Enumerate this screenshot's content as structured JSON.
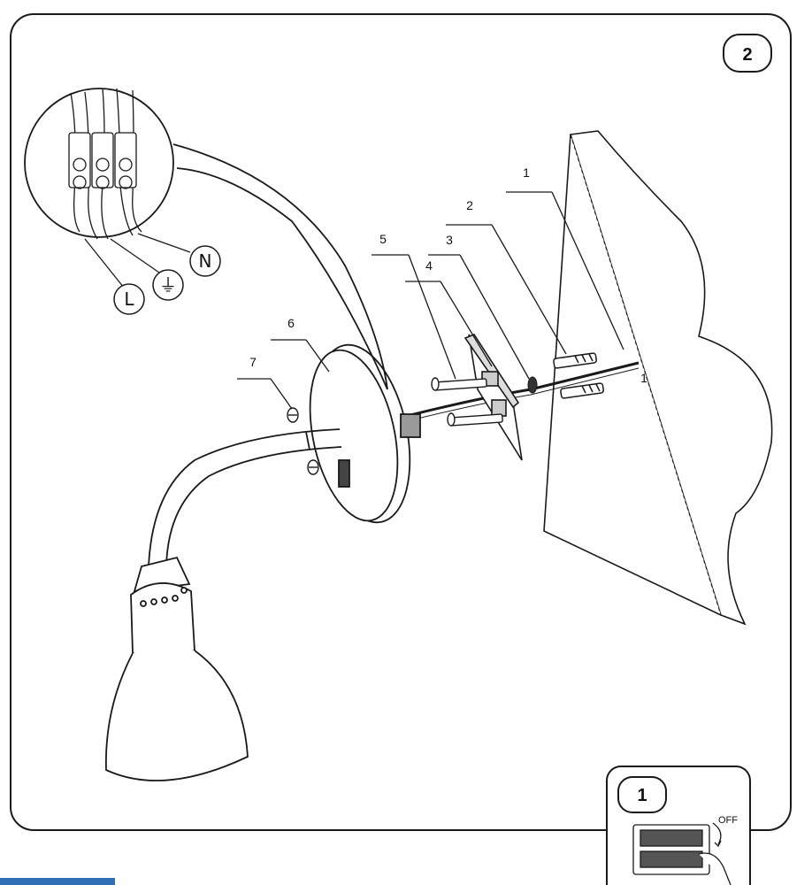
{
  "step_main": {
    "number": "2"
  },
  "step_inset": {
    "number": "1",
    "switch_label": "OFF"
  },
  "wire_labels": {
    "live": "L",
    "earth": "⏚",
    "neutral": "N"
  },
  "callouts": [
    "1",
    "2",
    "3",
    "4",
    "5",
    "6",
    "7",
    "1"
  ],
  "colors": {
    "line": "#1a1a1a",
    "background": "#ffffff",
    "accent_bar": "#2f6fb6"
  }
}
